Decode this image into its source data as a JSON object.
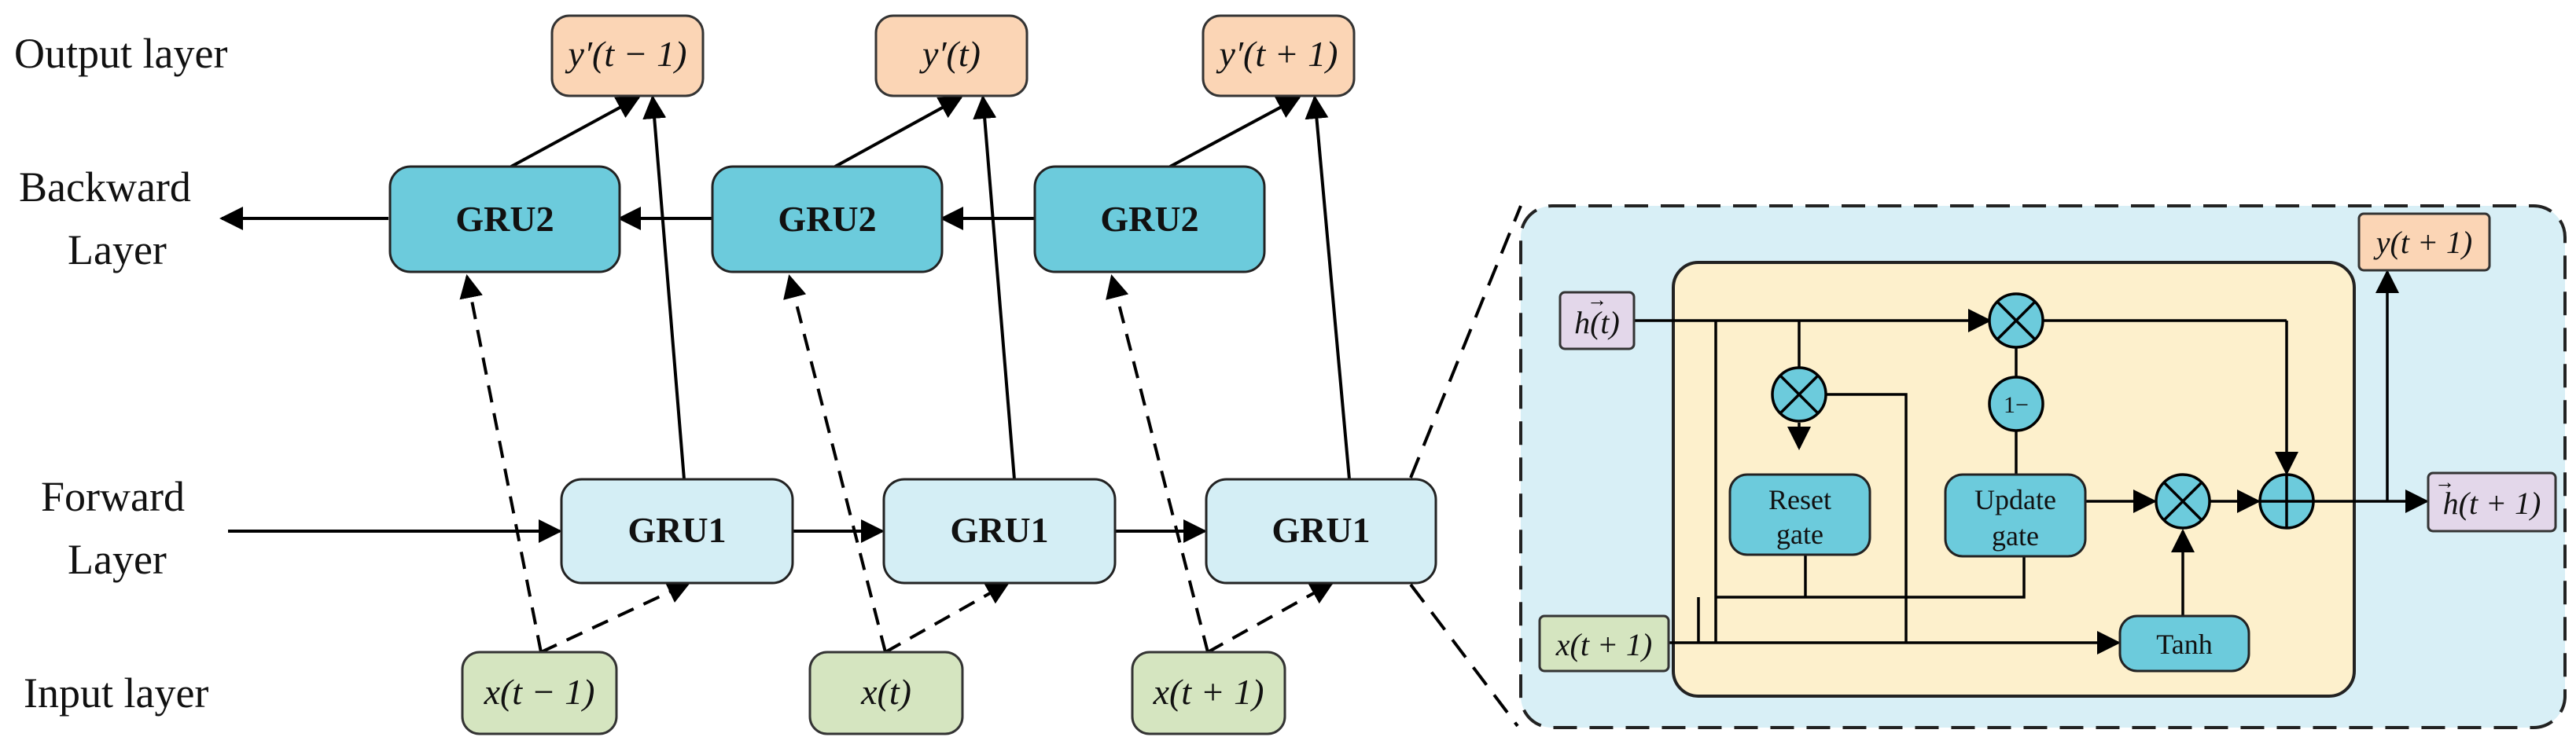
{
  "layers": {
    "output": "Output layer",
    "backward_line1": "Backward",
    "backward_line2": "Layer",
    "forward_line1": "Forward",
    "forward_line2": "Layer",
    "input": "Input layer"
  },
  "gru_backward": [
    "GRU2",
    "GRU2",
    "GRU2"
  ],
  "gru_forward": [
    "GRU1",
    "GRU1",
    "GRU1"
  ],
  "outputs": [
    "y′(t − 1)",
    "y′(t)",
    "y′(t + 1)"
  ],
  "inputs": [
    "x(t − 1)",
    "x(t)",
    "x(t + 1)"
  ],
  "detail": {
    "h_in": "h(t)",
    "h_out": "h(t + 1)",
    "x_in": "x(t + 1)",
    "y_out": "y(t + 1)",
    "reset_line1": "Reset",
    "reset_line2": "gate",
    "update_line1": "Update",
    "update_line2": "gate",
    "tanh": "Tanh",
    "one_minus": "1−"
  },
  "colors": {
    "gru2_fill": "#6ccbdc",
    "gru1_fill": "#d4eef5",
    "output_fill": "#fbd5b5",
    "input_fill": "#d5e5c0",
    "detail_bg": "#d8eff6",
    "cell_bg": "#fdf0cc",
    "h_fill": "#e3d7ea"
  }
}
